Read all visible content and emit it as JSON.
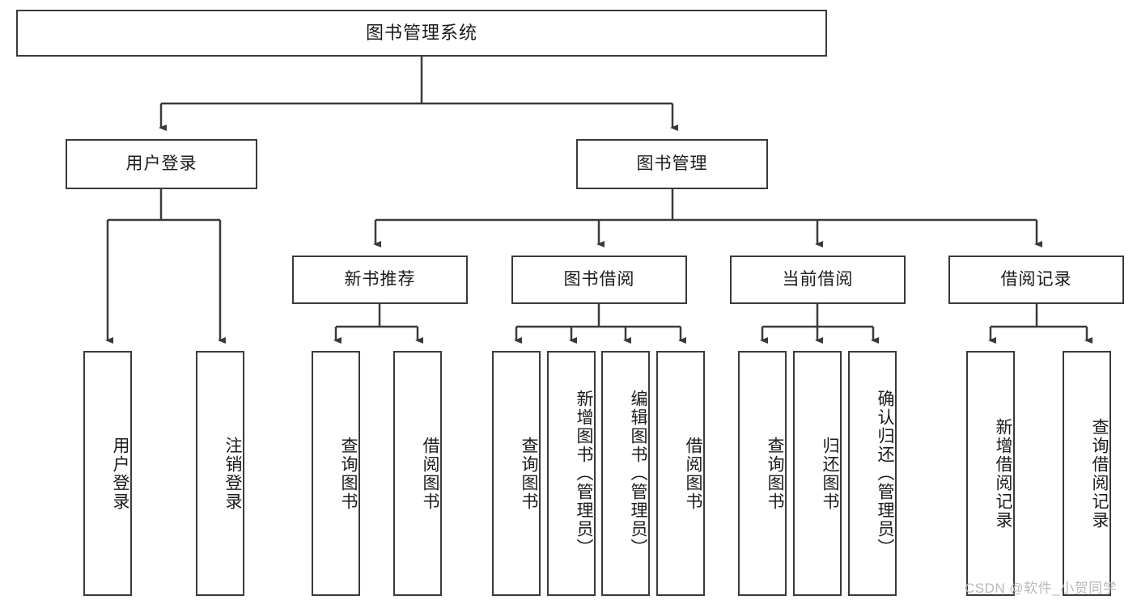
{
  "diagram": {
    "type": "tree-hierarchy-chart",
    "title": "图书管理系统",
    "edge_color": "#3a3a3a",
    "box_border_color": "#3a3a3a",
    "box_fill_color": "#ffffff",
    "text_color": "#1a1a1a",
    "watermark": "CSDN @软件_小贺同学",
    "watermark_color": "#b9b9b9"
  },
  "root": {
    "label": "图书管理系统"
  },
  "level1": [
    {
      "label": "用户登录"
    },
    {
      "label": "图书管理"
    }
  ],
  "level2": [
    {
      "label": "新书推荐"
    },
    {
      "label": "图书借阅"
    },
    {
      "label": "当前借阅"
    },
    {
      "label": "借阅记录"
    }
  ],
  "leaves": {
    "user_login": [
      {
        "label": "用户登录"
      },
      {
        "label": "注销登录"
      }
    ],
    "new_book_recommend": [
      {
        "label": "查询图书"
      },
      {
        "label": "借阅图书"
      }
    ],
    "book_borrow": [
      {
        "label": "查询图书"
      },
      {
        "label": "新增图书（管理员）"
      },
      {
        "label": "编辑图书（管理员）"
      },
      {
        "label": "借阅图书"
      }
    ],
    "current_borrow": [
      {
        "label": "查询图书"
      },
      {
        "label": "归还图书"
      },
      {
        "label": "确认归还（管理员）"
      }
    ],
    "borrow_records": [
      {
        "label": "新增借阅记录"
      },
      {
        "label": "查询借阅记录"
      }
    ]
  }
}
